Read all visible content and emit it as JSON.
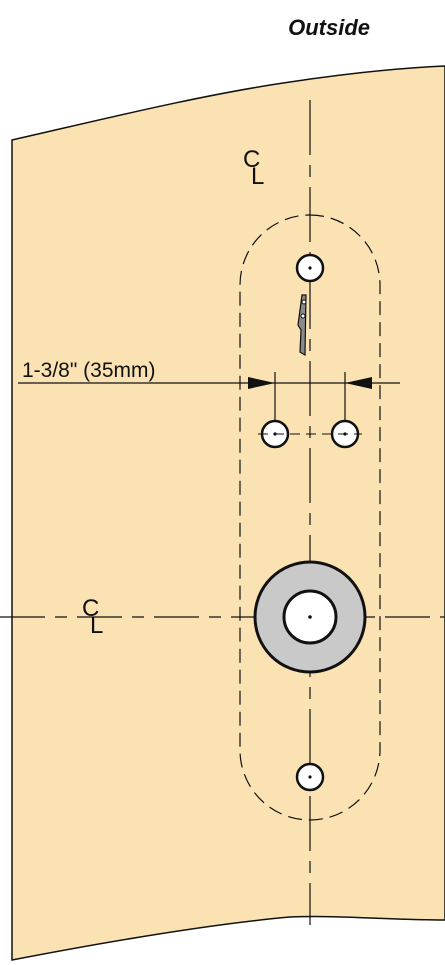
{
  "heading": "Outside",
  "dimension": {
    "label": "1-3/8\" (35mm)"
  },
  "centerline_symbol": {
    "letter_c": "C",
    "letter_l": "L"
  },
  "colors": {
    "door_fill": "#fae2b3",
    "ring_fill": "#c9c9c9",
    "stroke": "#111111",
    "hole_fill": "#ffffff"
  }
}
